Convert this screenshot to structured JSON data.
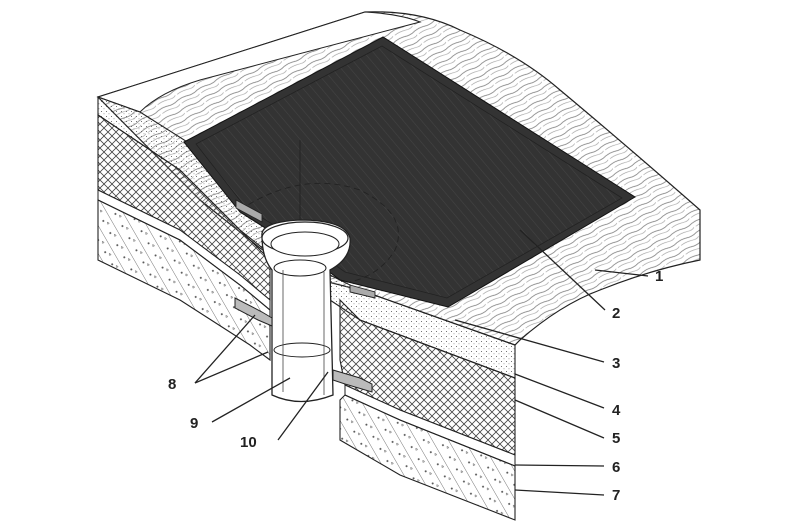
{
  "labels": {
    "l1": "1",
    "l2": "2",
    "l3": "3",
    "l4": "4",
    "l5": "5",
    "l6": "6",
    "l7": "7",
    "l8": "8",
    "l9": "9",
    "l10": "10"
  },
  "colors": {
    "line": "#222222",
    "membrane": "#333333",
    "background": "#ffffff"
  }
}
